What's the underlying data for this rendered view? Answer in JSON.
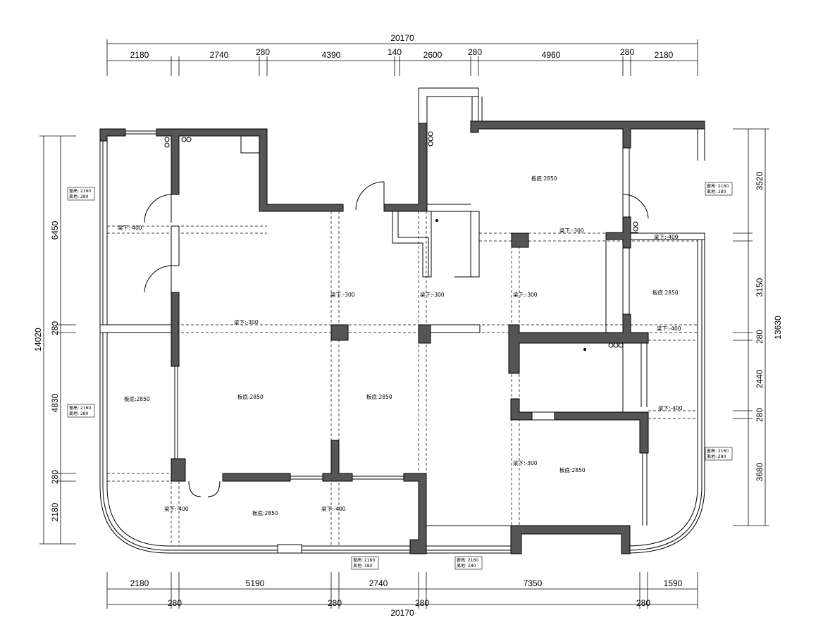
{
  "dimensions": {
    "top_total": "20170",
    "top_segments": [
      "2180",
      "2740",
      "280",
      "4390",
      "140",
      "2600",
      "280",
      "4960",
      "280",
      "2180"
    ],
    "bottom_segments": [
      "2180",
      "5190",
      "2740",
      "7350",
      "1590"
    ],
    "bottom_second_row": [
      "280",
      "280",
      "280",
      "280"
    ],
    "bottom_total": "20170",
    "left_total": "14020",
    "left_segments": [
      "6450",
      "280",
      "4830",
      "280",
      "2180"
    ],
    "right_total": "13630",
    "right_segments": [
      "3520",
      "3150",
      "280",
      "2440",
      "280",
      "3680"
    ]
  },
  "labels": {
    "slab_2850": "板底:2850",
    "beam_300": "梁下:-300",
    "beam_400": "梁下:-400"
  },
  "window_notes": {
    "sill_height": "窗高: 2160",
    "floor_dist": "离地: 280"
  }
}
